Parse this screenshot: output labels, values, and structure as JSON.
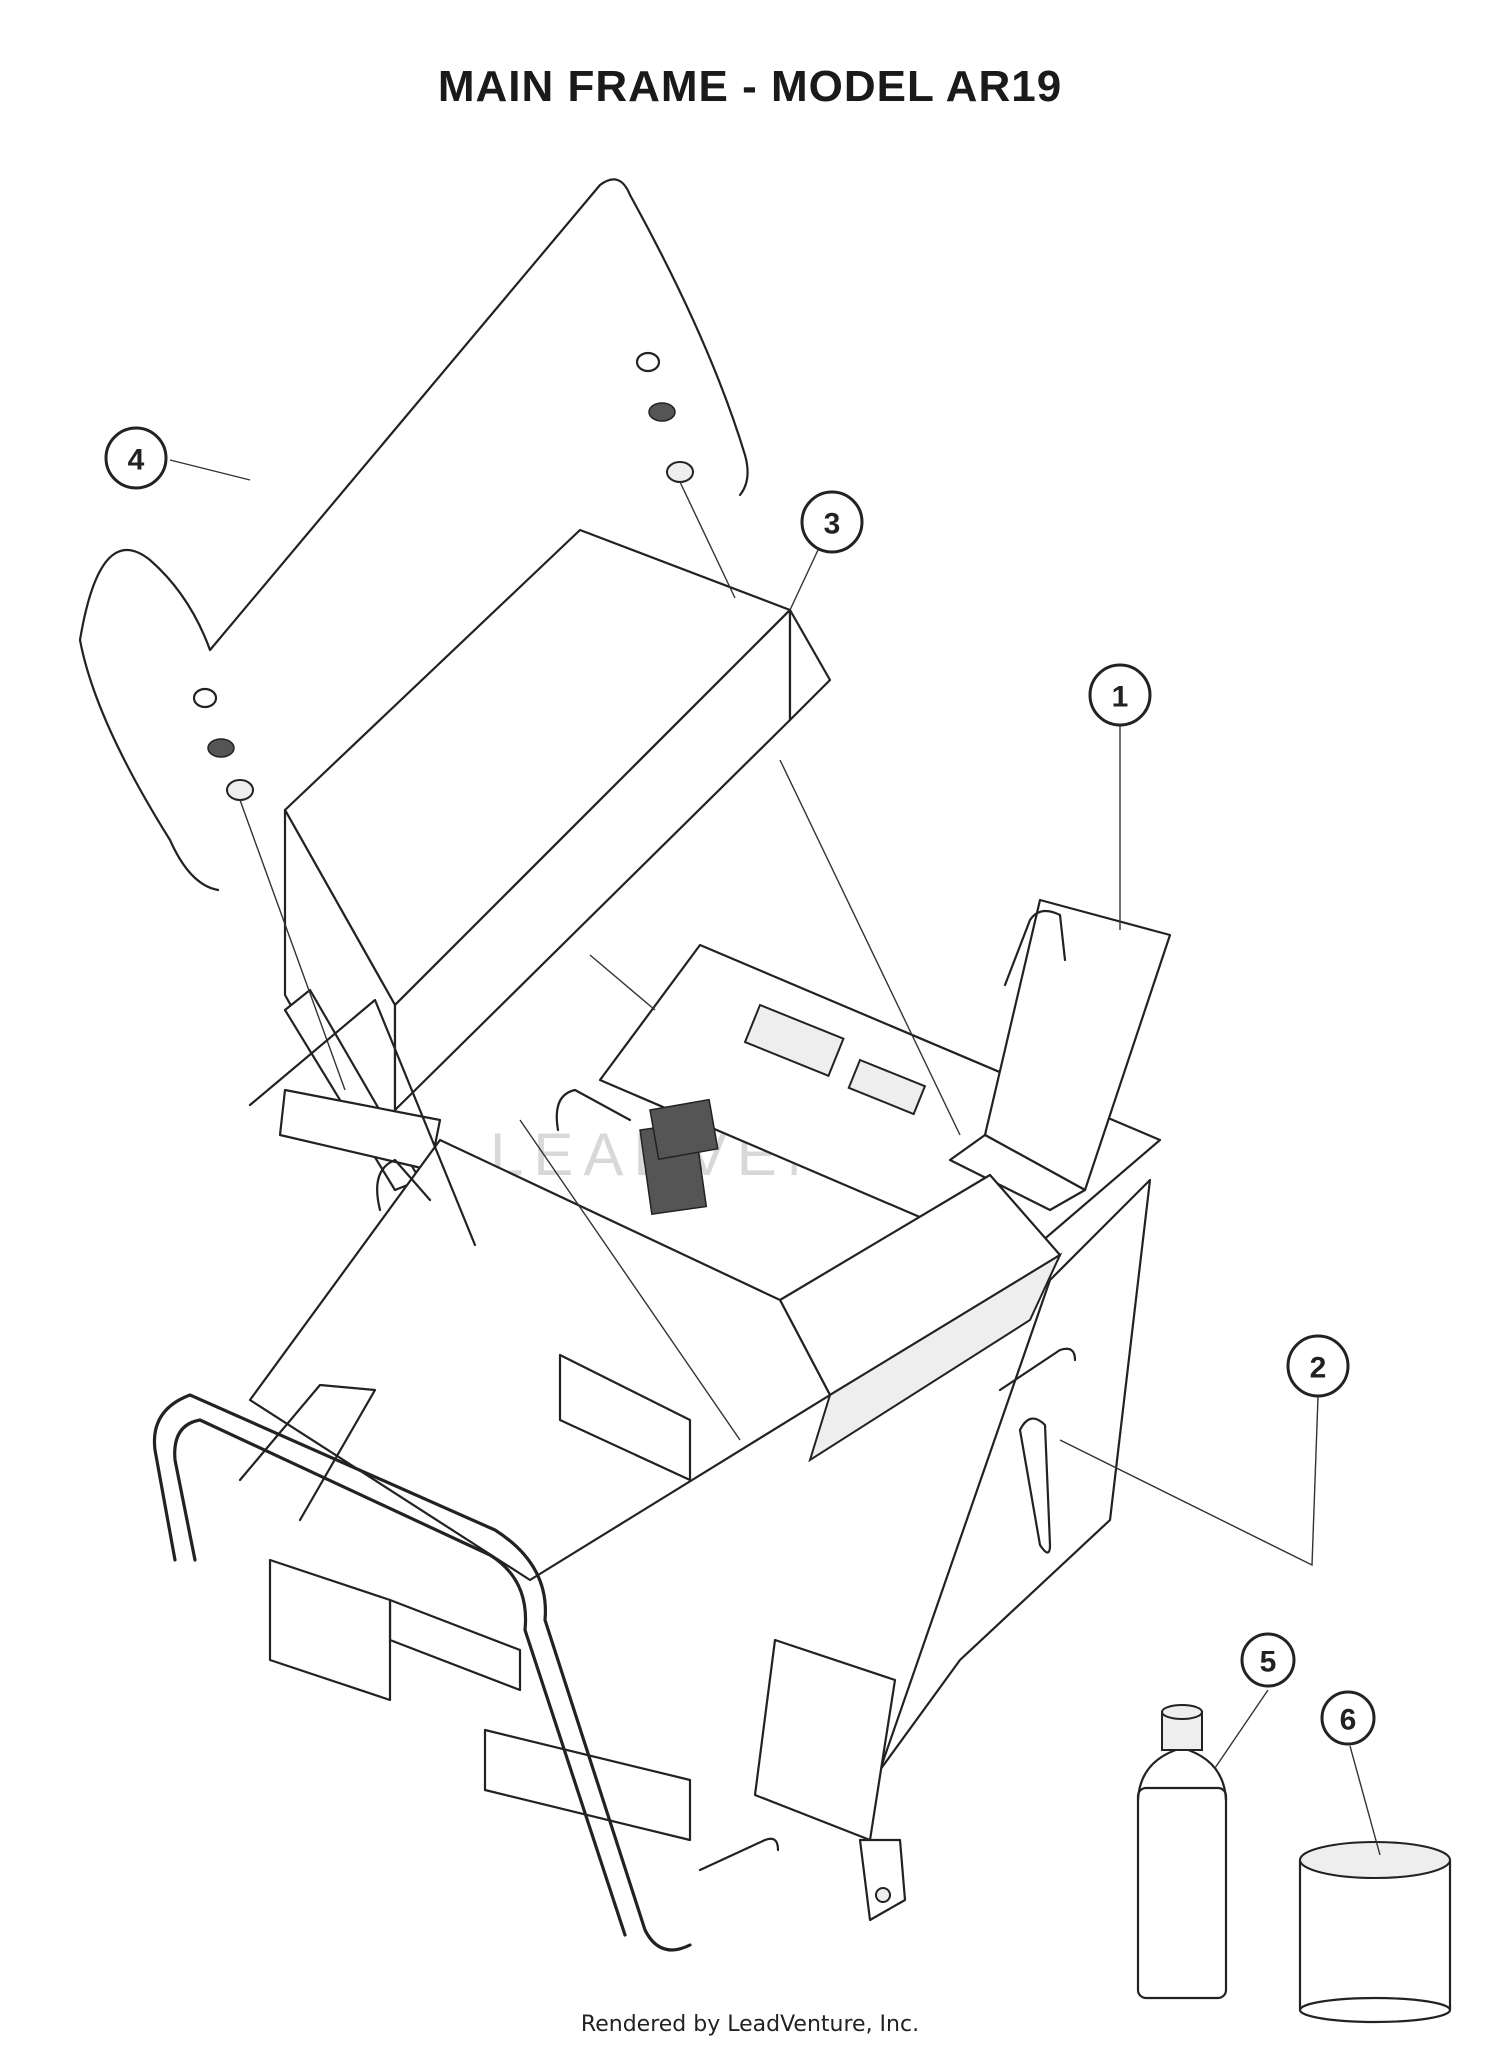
{
  "title": "MAIN FRAME - MODEL AR19",
  "footer": "Rendered by LeadVenture, Inc.",
  "callouts": [
    "1",
    "2",
    "3",
    "4",
    "5",
    "6"
  ]
}
